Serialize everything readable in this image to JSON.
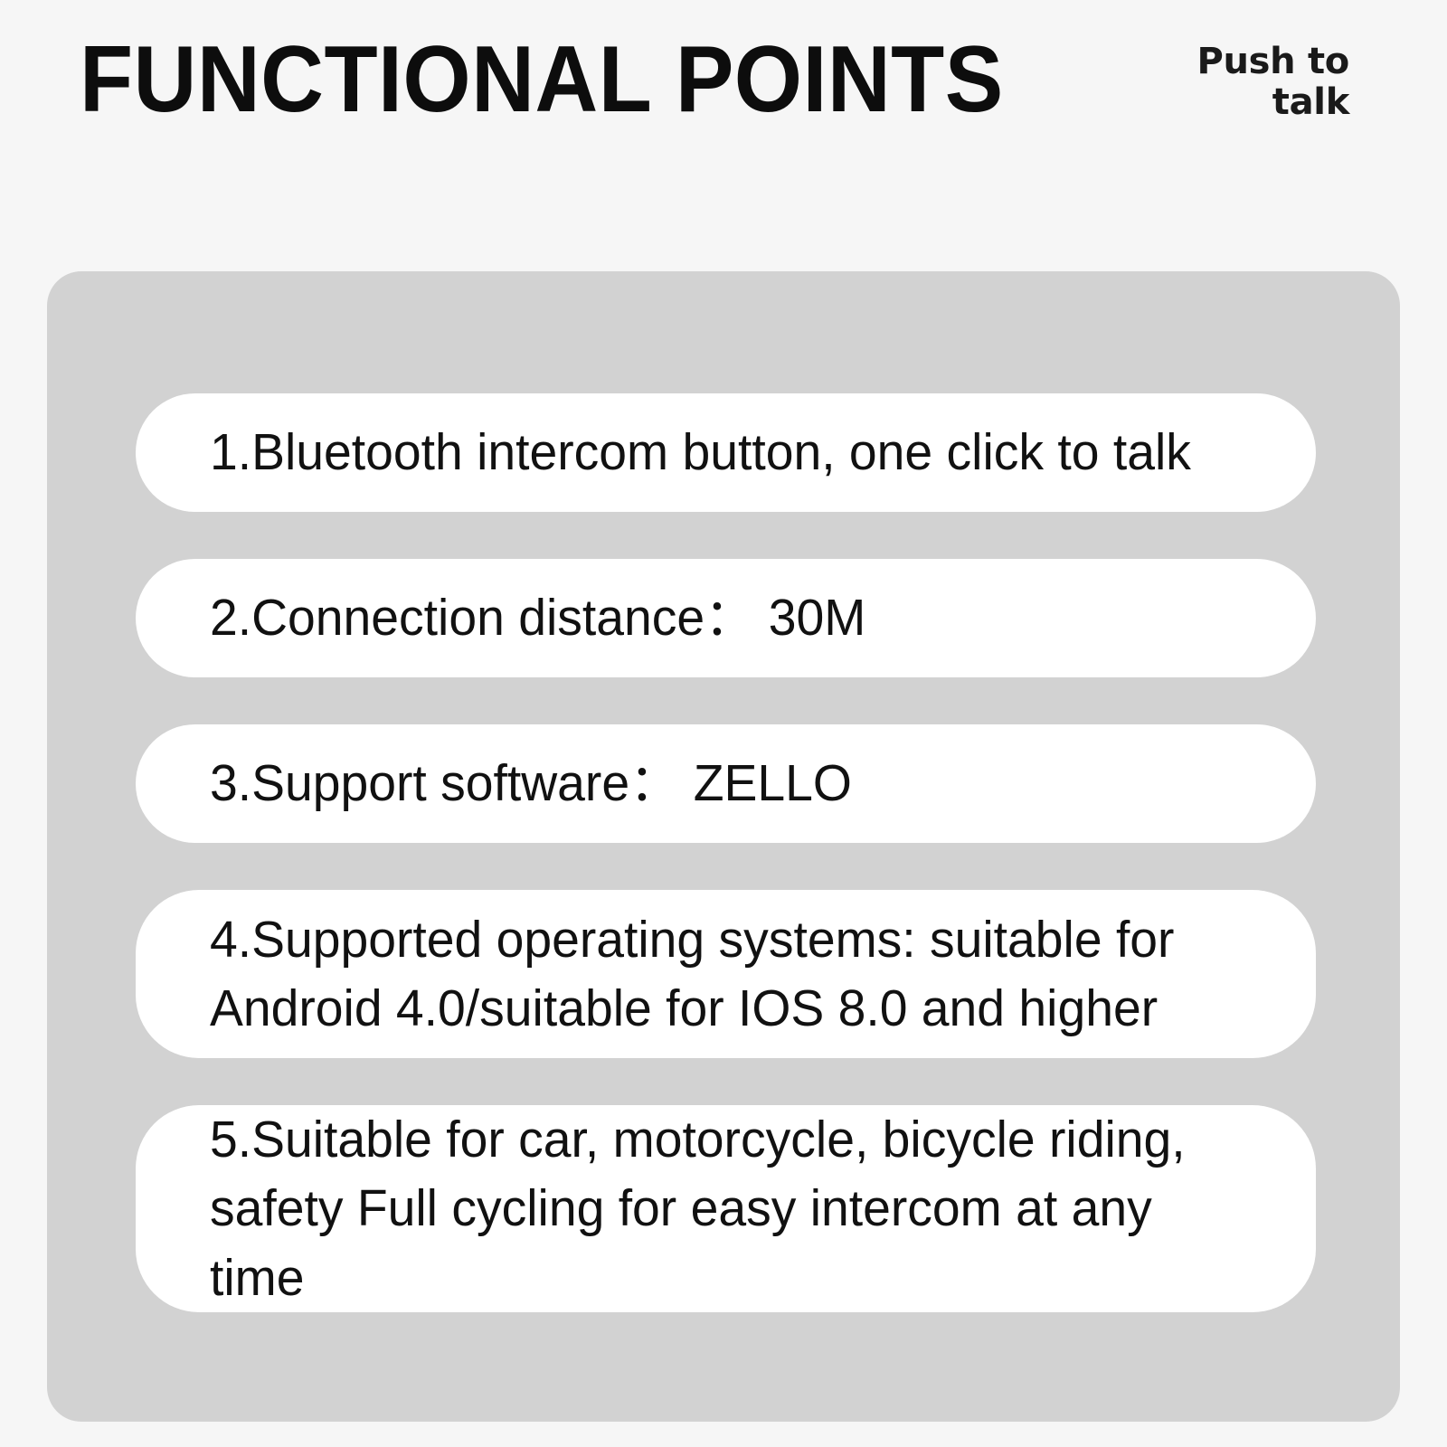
{
  "header": {
    "title": "FUNCTIONAL POINTS",
    "badge_label": "Push to\ntalk"
  },
  "colors": {
    "background": "#f6f6f6",
    "panel": "#d2d2d2",
    "card": "#ffffff",
    "text": "#111111",
    "title_text": "#0d0d0d"
  },
  "panel": {
    "items": [
      {
        "index": "1",
        "lines": 1,
        "text": "1.Bluetooth intercom button, one click to talk"
      },
      {
        "index": "2",
        "lines": 1,
        "text": "2.Connection distance：  30M"
      },
      {
        "index": "3",
        "lines": 1,
        "text": "3.Support software：  ZELLO"
      },
      {
        "index": "4",
        "lines": 2,
        "text": "4.Supported operating systems: suitable for\nAndroid 4.0/suitable for IOS 8.0 and higher"
      },
      {
        "index": "5",
        "lines": 2,
        "text": "5.Suitable for car, motorcycle, bicycle riding,\nsafety Full cycling for easy intercom at any time"
      }
    ]
  }
}
